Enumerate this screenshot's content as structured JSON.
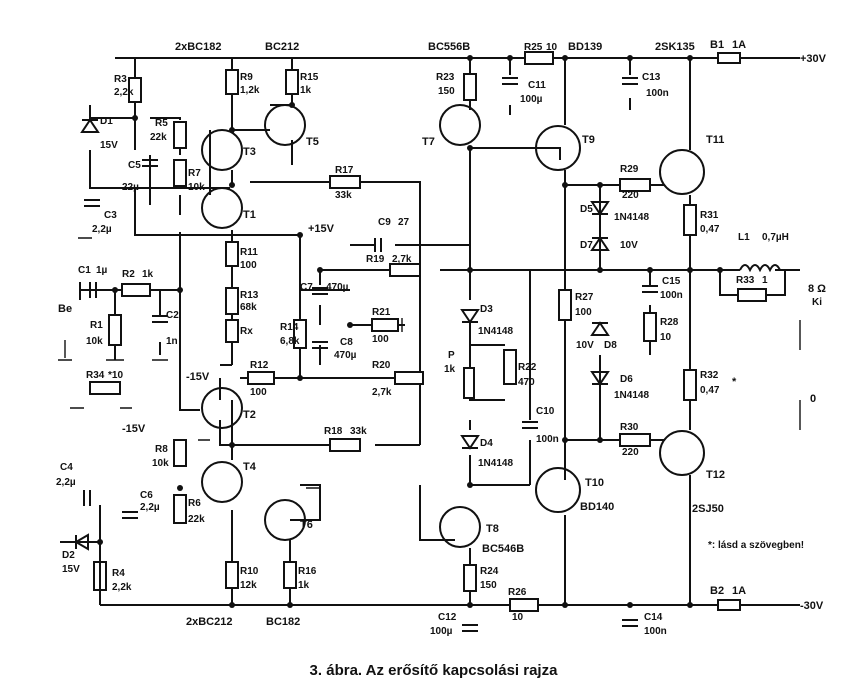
{
  "caption": "3. ábra. Az erősítő kapcsolási rajza",
  "note": "*: lásd a szövegben!",
  "rails": {
    "pos": "+30V",
    "neg": "-30V",
    "p15": "+15V",
    "n15a": "-15V",
    "n15b": "-15V"
  },
  "terminals": {
    "in": "Be",
    "spk": "8 Ω",
    "ki": "Ki",
    "zero": "0"
  },
  "parts": {
    "topt1": "2xBC182",
    "topt2": "BC212",
    "topt3": "BC556B",
    "topt4": "BD139",
    "topt5": "2SK135",
    "bott1": "2xBC212",
    "bott2": "BC182",
    "R3": "R3",
    "R3v": "2,2k",
    "R9": "R9",
    "R9v": "1,2k",
    "R15": "R15",
    "R15v": "1k",
    "R5": "R5",
    "R5v": "22k",
    "R7": "R7",
    "R7v": "10k",
    "D1": "D1",
    "D1v": "15V",
    "C5": "C5",
    "C5v": "22µ",
    "C3": "C3",
    "C3v": "2,2µ",
    "T1": "T1",
    "T3": "T3",
    "T5": "T5",
    "T7": "T7",
    "T9": "T9",
    "T11": "T11",
    "R17": "R17",
    "R17v": "33k",
    "R11": "R11",
    "R11v": "100",
    "C1": "C1",
    "C1v": "1µ",
    "R2": "R2",
    "R2v": "1k",
    "R1": "R1",
    "R1v": "10k",
    "C2": "C2",
    "C2v": "1n",
    "R34": "R34",
    "R34v": "*10",
    "R13": "R13",
    "R13v": "68k",
    "Rx": "Rx",
    "R14": "R14",
    "R14v": "6,8k",
    "C7": "C7",
    "C7v": "470µ",
    "C8": "C8",
    "C8v": "470µ",
    "R21": "R21",
    "R21v": "100",
    "C9": "C9",
    "C9v": "27",
    "R19": "R19",
    "R19v": "2,7k",
    "R12": "R12",
    "R12v": "100",
    "R20": "R20",
    "R20v": "2,7k",
    "T2": "T2",
    "R18": "R18",
    "R18v": "33k",
    "R23": "R23",
    "R23v": "150",
    "R25": "R25",
    "R25v": "10",
    "C11": "C11",
    "C11v": "100µ",
    "C13": "C13",
    "C13v": "100n",
    "B1": "B1",
    "B1v": "1A",
    "R29": "R29",
    "R29v": "220",
    "D5": "D5",
    "D5v": "1N4148",
    "D7": "D7",
    "D7v": "10V",
    "R31": "R31",
    "R31v": "0,47",
    "L1": "L1",
    "L1v": "0,7µH",
    "R33": "R33",
    "R33v": "1",
    "C15": "C15",
    "C15v": "100n",
    "R28": "R28",
    "R28v": "10",
    "D3": "D3",
    "D3v": "1N4148",
    "P": "P",
    "Pv": "1k",
    "R22": "R22",
    "R22v": "470",
    "R27": "R27",
    "R27v": "100",
    "D8": "D8",
    "D8v": "10V",
    "D6": "D6",
    "D6v": "1N4148",
    "R32": "R32",
    "R32v": "0,47",
    "star": "*",
    "C10": "C10",
    "C10v": "100n",
    "D4": "D4",
    "D4v": "1N4148",
    "R30": "R30",
    "R30v": "220",
    "T12": "T12",
    "T12v": "2SJ50",
    "T10": "T10",
    "T10v": "BD140",
    "C4": "C4",
    "C4v": "2,2µ",
    "R8": "R8",
    "R8v": "10k",
    "C6": "C6",
    "C6v": "2,2µ",
    "R6": "R6",
    "R6v": "22k",
    "T4": "T4",
    "T6": "T6",
    "D2": "D2",
    "D2v": "15V",
    "R4": "R4",
    "R4v": "2,2k",
    "T8": "T8",
    "T8v": "BC546B",
    "R24": "R24",
    "R24v": "150",
    "R10": "R10",
    "R10v": "12k",
    "R16": "R16",
    "R16v": "1k",
    "R26": "R26",
    "R26v": "10",
    "C12": "C12",
    "C12v": "100µ",
    "C14": "C14",
    "C14v": "100n",
    "B2": "B2",
    "B2v": "1A"
  }
}
